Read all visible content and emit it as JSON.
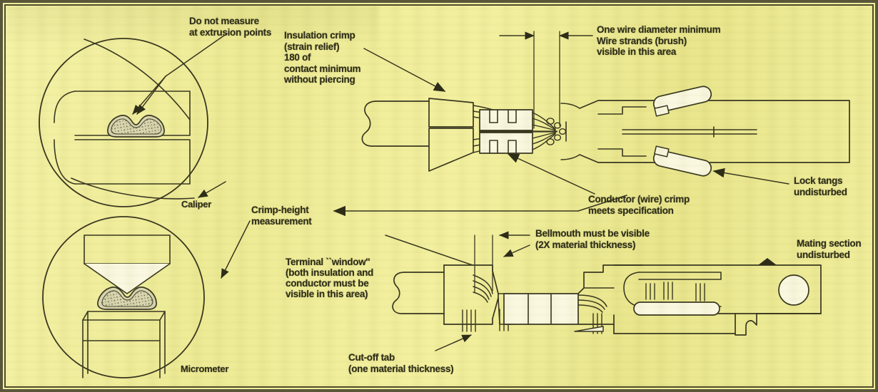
{
  "figure": {
    "kind": "technical-illustration",
    "subject": "Crimped wire terminal inspection criteria",
    "background_color": "#f1ee9c",
    "ink_color": "#2e2d18",
    "border_color": "#4e4c2c"
  },
  "labels": {
    "do_not_measure": "Do not measure\nat extrusion points",
    "insulation_crimp": "Insulation crimp\n(strain relief)\n180 of\ncontact minimum\nwithout piercing",
    "one_wire_diameter": "One wire diameter minimum\nWire strands (brush)\nvisible in this area",
    "lock_tangs": "Lock tangs\nundisturbed",
    "conductor_crimp": "Conductor (wire) crimp\nmeets specification",
    "crimp_height": "Crimp-height\nmeasurement",
    "caliper": "Caliper",
    "micrometer": "Micrometer",
    "terminal_window": "Terminal ``window''\n(both insulation and\nconductor must be\nvisible in this area)",
    "bellmouth": "Bellmouth must be visible\n(2X material thickness)",
    "mating_section": "Mating section\nundisturbed",
    "cut_off_tab": "Cut-off tab\n(one material thickness)"
  },
  "callouts": [
    {
      "name": "do-not-measure",
      "target": "crimp cross-section extrusion points"
    },
    {
      "name": "insulation-crimp",
      "target": "insulation crimp wings"
    },
    {
      "name": "one-wire-diameter",
      "target": "brush / wire strand area"
    },
    {
      "name": "lock-tangs",
      "target": "lock tangs on receptacle body"
    },
    {
      "name": "conductor-crimp",
      "target": "conductor crimp barrel"
    },
    {
      "name": "crimp-height",
      "target": "crimp height dimension"
    },
    {
      "name": "terminal-window",
      "target": "terminal inspection window"
    },
    {
      "name": "bellmouth",
      "target": "bellmouth of crimp barrel"
    },
    {
      "name": "mating-section",
      "target": "mating section of terminal"
    },
    {
      "name": "cut-off-tab",
      "target": "cut-off tab at terminal rear"
    }
  ],
  "views": {
    "caliper_view": {
      "label": "Caliper",
      "shows": "caliper jaws measuring crimp cross-section"
    },
    "micrometer_view": {
      "label": "Micrometer",
      "shows": "micrometer anvil and spindle measuring crimp cross-section"
    },
    "upper_terminal": {
      "shows": "crimped socket terminal side view with lock tangs"
    },
    "lower_terminal": {
      "shows": "crimped terminal side view with window, bellmouth and mating section"
    }
  }
}
